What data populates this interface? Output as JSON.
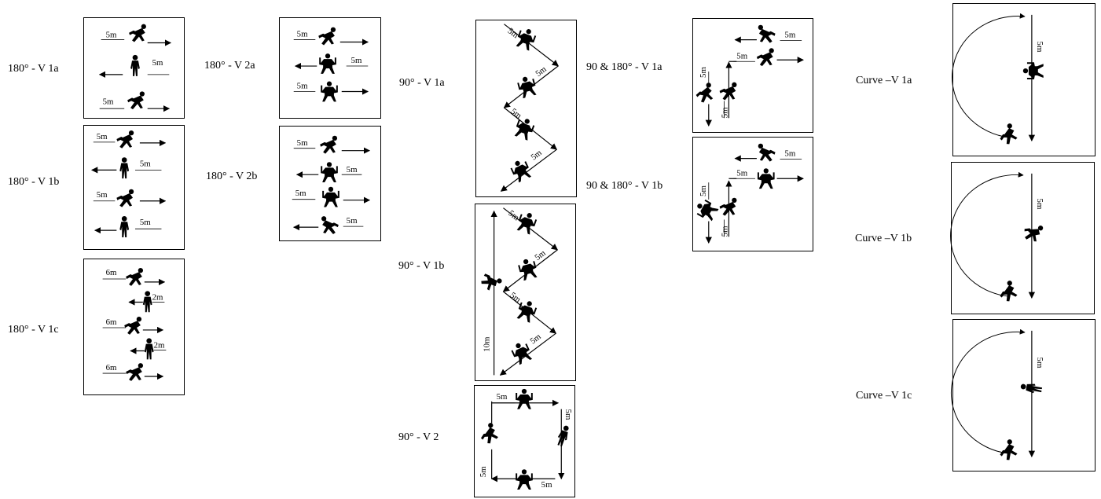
{
  "labels": {
    "v180_1a": "180° - V 1a",
    "v180_1b": "180° - V 1b",
    "v180_1c": "180° - V 1c",
    "v180_2a": "180° - V 2a",
    "v180_2b": "180° - V 2b",
    "v90_1a": "90° - V 1a",
    "v90_1b": "90° - V 1b",
    "v90_2": "90° - V 2",
    "v90_180_1a": "90 & 180° - V 1a",
    "v90_180_1b": "90 & 180° - V 1b",
    "curve_1a": "Curve –V 1a",
    "curve_1b": "Curve –V 1b",
    "curve_1c": "Curve –V 1c"
  },
  "distances": {
    "d5": "5m",
    "d6": "6m",
    "d2": "2m",
    "d10": "10m"
  }
}
